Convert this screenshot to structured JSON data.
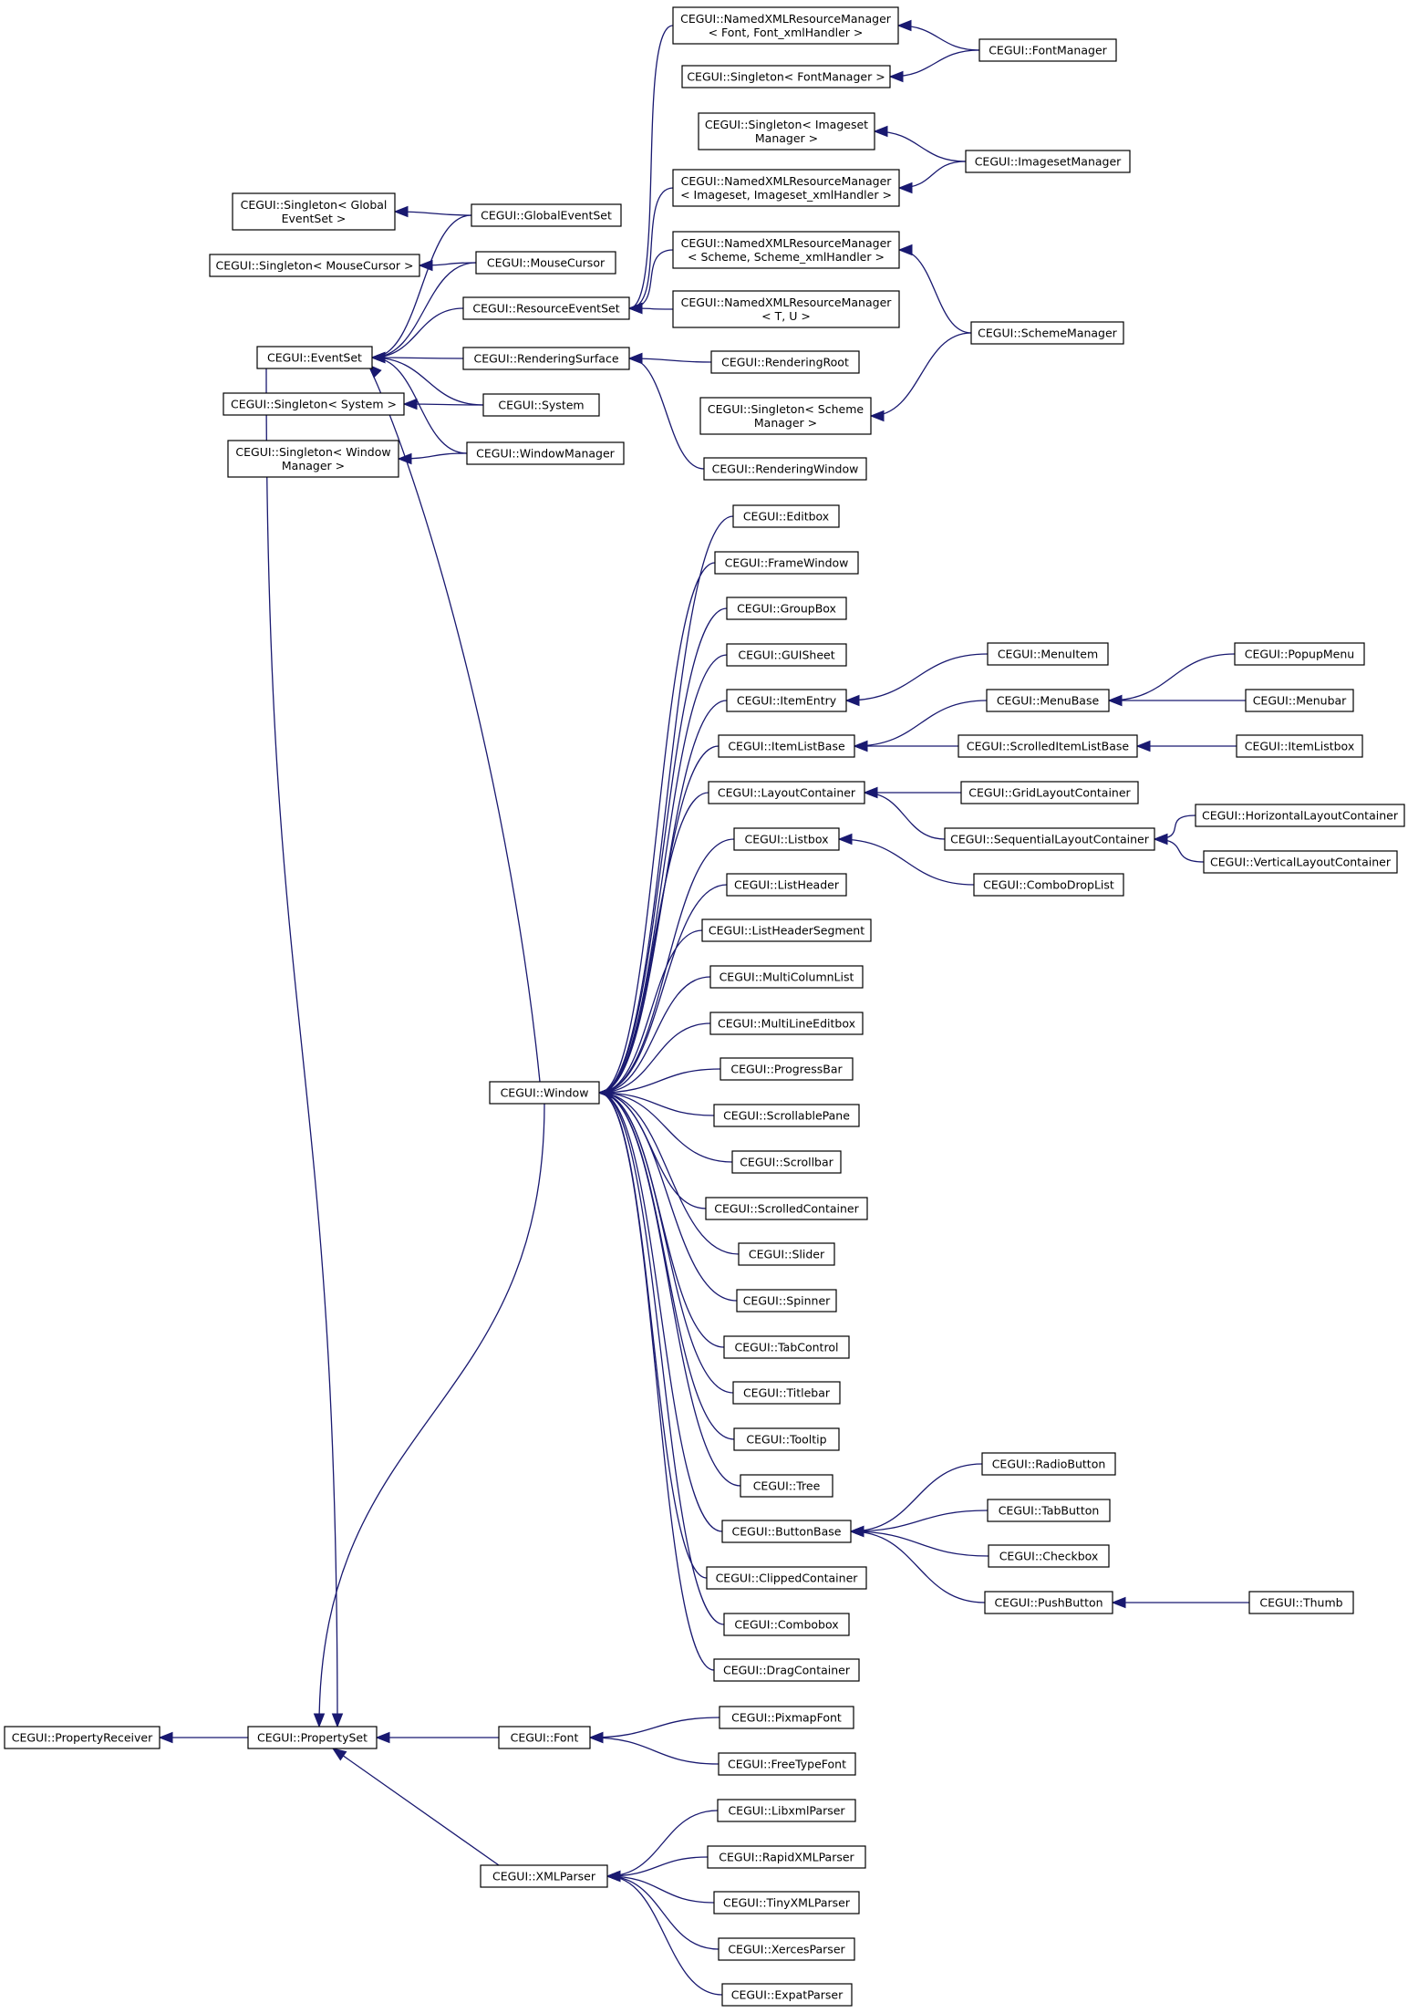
{
  "diagram": {
    "edge_color": "#191970",
    "nodes": [
      {
        "id": "propertyreceiver",
        "label": [
          "CEGUI::PropertyReceiver"
        ]
      },
      {
        "id": "propertyset",
        "label": [
          "CEGUI::PropertySet"
        ]
      },
      {
        "id": "eventset",
        "label": [
          "CEGUI::EventSet"
        ]
      },
      {
        "id": "window",
        "label": [
          "CEGUI::Window"
        ]
      },
      {
        "id": "font",
        "label": [
          "CEGUI::Font"
        ]
      },
      {
        "id": "xmlparser",
        "label": [
          "CEGUI::XMLParser"
        ]
      },
      {
        "id": "singleton_globaleventset",
        "label": [
          "CEGUI::Singleton< Global",
          "EventSet >"
        ]
      },
      {
        "id": "singleton_mousecursor",
        "label": [
          "CEGUI::Singleton< MouseCursor >"
        ]
      },
      {
        "id": "singleton_system",
        "label": [
          "CEGUI::Singleton< System >"
        ]
      },
      {
        "id": "singleton_windowmanager",
        "label": [
          "CEGUI::Singleton< Window",
          "Manager >"
        ]
      },
      {
        "id": "globaleventset",
        "label": [
          "CEGUI::GlobalEventSet"
        ]
      },
      {
        "id": "mousecursor",
        "label": [
          "CEGUI::MouseCursor"
        ]
      },
      {
        "id": "resourceeventset",
        "label": [
          "CEGUI::ResourceEventSet"
        ]
      },
      {
        "id": "renderingsurface",
        "label": [
          "CEGUI::RenderingSurface"
        ]
      },
      {
        "id": "system",
        "label": [
          "CEGUI::System"
        ]
      },
      {
        "id": "windowmanager",
        "label": [
          "CEGUI::WindowManager"
        ]
      },
      {
        "id": "nxrm_font",
        "label": [
          "CEGUI::NamedXMLResourceManager",
          "< Font, Font_xmlHandler >"
        ]
      },
      {
        "id": "singleton_fontmanager",
        "label": [
          "CEGUI::Singleton< FontManager >"
        ]
      },
      {
        "id": "singleton_imagesetmanager",
        "label": [
          "CEGUI::Singleton< Imageset",
          "Manager >"
        ]
      },
      {
        "id": "nxrm_imageset",
        "label": [
          "CEGUI::NamedXMLResourceManager",
          "< Imageset, Imageset_xmlHandler >"
        ]
      },
      {
        "id": "nxrm_scheme",
        "label": [
          "CEGUI::NamedXMLResourceManager",
          "< Scheme, Scheme_xmlHandler >"
        ]
      },
      {
        "id": "nxrm_tu",
        "label": [
          "CEGUI::NamedXMLResourceManager",
          "< T, U >"
        ]
      },
      {
        "id": "renderingroot",
        "label": [
          "CEGUI::RenderingRoot"
        ]
      },
      {
        "id": "singleton_schememanager",
        "label": [
          "CEGUI::Singleton< Scheme",
          "Manager >"
        ]
      },
      {
        "id": "renderingwindow",
        "label": [
          "CEGUI::RenderingWindow"
        ]
      },
      {
        "id": "fontmanager",
        "label": [
          "CEGUI::FontManager"
        ]
      },
      {
        "id": "imagesetmanager",
        "label": [
          "CEGUI::ImagesetManager"
        ]
      },
      {
        "id": "schememanager",
        "label": [
          "CEGUI::SchemeManager"
        ]
      },
      {
        "id": "editbox",
        "label": [
          "CEGUI::Editbox"
        ]
      },
      {
        "id": "framewindow",
        "label": [
          "CEGUI::FrameWindow"
        ]
      },
      {
        "id": "groupbox",
        "label": [
          "CEGUI::GroupBox"
        ]
      },
      {
        "id": "guisheet",
        "label": [
          "CEGUI::GUISheet"
        ]
      },
      {
        "id": "itementry",
        "label": [
          "CEGUI::ItemEntry"
        ]
      },
      {
        "id": "itemlistbase",
        "label": [
          "CEGUI::ItemListBase"
        ]
      },
      {
        "id": "layoutcontainer",
        "label": [
          "CEGUI::LayoutContainer"
        ]
      },
      {
        "id": "listbox",
        "label": [
          "CEGUI::Listbox"
        ]
      },
      {
        "id": "listheader",
        "label": [
          "CEGUI::ListHeader"
        ]
      },
      {
        "id": "listheadersegment",
        "label": [
          "CEGUI::ListHeaderSegment"
        ]
      },
      {
        "id": "multicolumnlist",
        "label": [
          "CEGUI::MultiColumnList"
        ]
      },
      {
        "id": "multilineeditbox",
        "label": [
          "CEGUI::MultiLineEditbox"
        ]
      },
      {
        "id": "progressbar",
        "label": [
          "CEGUI::ProgressBar"
        ]
      },
      {
        "id": "scrollablepane",
        "label": [
          "CEGUI::ScrollablePane"
        ]
      },
      {
        "id": "scrollbar",
        "label": [
          "CEGUI::Scrollbar"
        ]
      },
      {
        "id": "scrolledcontainer",
        "label": [
          "CEGUI::ScrolledContainer"
        ]
      },
      {
        "id": "slider",
        "label": [
          "CEGUI::Slider"
        ]
      },
      {
        "id": "spinner",
        "label": [
          "CEGUI::Spinner"
        ]
      },
      {
        "id": "tabcontrol",
        "label": [
          "CEGUI::TabControl"
        ]
      },
      {
        "id": "titlebar",
        "label": [
          "CEGUI::Titlebar"
        ]
      },
      {
        "id": "tooltip",
        "label": [
          "CEGUI::Tooltip"
        ]
      },
      {
        "id": "tree",
        "label": [
          "CEGUI::Tree"
        ]
      },
      {
        "id": "buttonbase",
        "label": [
          "CEGUI::ButtonBase"
        ]
      },
      {
        "id": "clippedcontainer",
        "label": [
          "CEGUI::ClippedContainer"
        ]
      },
      {
        "id": "combobox",
        "label": [
          "CEGUI::Combobox"
        ]
      },
      {
        "id": "dragcontainer",
        "label": [
          "CEGUI::DragContainer"
        ]
      },
      {
        "id": "menuitem",
        "label": [
          "CEGUI::MenuItem"
        ]
      },
      {
        "id": "menubase",
        "label": [
          "CEGUI::MenuBase"
        ]
      },
      {
        "id": "scrolleditemlistbase",
        "label": [
          "CEGUI::ScrolledItemListBase"
        ]
      },
      {
        "id": "gridlayoutcontainer",
        "label": [
          "CEGUI::GridLayoutContainer"
        ]
      },
      {
        "id": "sequentiallayoutcontainer",
        "label": [
          "CEGUI::SequentialLayoutContainer"
        ]
      },
      {
        "id": "combodroplist",
        "label": [
          "CEGUI::ComboDropList"
        ]
      },
      {
        "id": "popupmenu",
        "label": [
          "CEGUI::PopupMenu"
        ]
      },
      {
        "id": "menubar",
        "label": [
          "CEGUI::Menubar"
        ]
      },
      {
        "id": "itemlistbox",
        "label": [
          "CEGUI::ItemListbox"
        ]
      },
      {
        "id": "horizontallayoutcontainer",
        "label": [
          "CEGUI::HorizontalLayoutContainer"
        ]
      },
      {
        "id": "verticallayoutcontainer",
        "label": [
          "CEGUI::VerticalLayoutContainer"
        ]
      },
      {
        "id": "radiobutton",
        "label": [
          "CEGUI::RadioButton"
        ]
      },
      {
        "id": "tabbutton",
        "label": [
          "CEGUI::TabButton"
        ]
      },
      {
        "id": "checkbox",
        "label": [
          "CEGUI::Checkbox"
        ]
      },
      {
        "id": "pushbutton",
        "label": [
          "CEGUI::PushButton"
        ]
      },
      {
        "id": "thumb",
        "label": [
          "CEGUI::Thumb"
        ]
      },
      {
        "id": "pixmapfont",
        "label": [
          "CEGUI::PixmapFont"
        ]
      },
      {
        "id": "freetypefont",
        "label": [
          "CEGUI::FreeTypeFont"
        ]
      },
      {
        "id": "libxmlparser",
        "label": [
          "CEGUI::LibxmlParser"
        ]
      },
      {
        "id": "rapidxmlparser",
        "label": [
          "CEGUI::RapidXMLParser"
        ]
      },
      {
        "id": "tinyxmlparser",
        "label": [
          "CEGUI::TinyXMLParser"
        ]
      },
      {
        "id": "xercesparser",
        "label": [
          "CEGUI::XercesParser"
        ]
      },
      {
        "id": "expatparser",
        "label": [
          "CEGUI::ExpatParser"
        ]
      }
    ],
    "edges": [
      {
        "from": "propertyset",
        "to": "propertyreceiver"
      },
      {
        "from": "eventset",
        "to": "propertyset"
      },
      {
        "from": "font",
        "to": "propertyset"
      },
      {
        "from": "xmlparser",
        "to": "propertyset"
      },
      {
        "from": "globaleventset",
        "to": "singleton_globaleventset"
      },
      {
        "from": "globaleventset",
        "to": "eventset"
      },
      {
        "from": "mousecursor",
        "to": "singleton_mousecursor"
      },
      {
        "from": "mousecursor",
        "to": "eventset"
      },
      {
        "from": "resourceeventset",
        "to": "eventset"
      },
      {
        "from": "renderingsurface",
        "to": "eventset"
      },
      {
        "from": "system",
        "to": "singleton_system"
      },
      {
        "from": "system",
        "to": "eventset"
      },
      {
        "from": "windowmanager",
        "to": "singleton_windowmanager"
      },
      {
        "from": "windowmanager",
        "to": "eventset"
      },
      {
        "from": "window",
        "to": "eventset"
      },
      {
        "from": "window",
        "to": "propertyset"
      },
      {
        "from": "nxrm_font",
        "to": "resourceeventset"
      },
      {
        "from": "nxrm_imageset",
        "to": "resourceeventset"
      },
      {
        "from": "nxrm_scheme",
        "to": "resourceeventset"
      },
      {
        "from": "nxrm_tu",
        "to": "resourceeventset"
      },
      {
        "from": "fontmanager",
        "to": "nxrm_font"
      },
      {
        "from": "fontmanager",
        "to": "singleton_fontmanager"
      },
      {
        "from": "imagesetmanager",
        "to": "singleton_imagesetmanager"
      },
      {
        "from": "imagesetmanager",
        "to": "nxrm_imageset"
      },
      {
        "from": "schememanager",
        "to": "nxrm_scheme"
      },
      {
        "from": "schememanager",
        "to": "singleton_schememanager"
      },
      {
        "from": "renderingroot",
        "to": "renderingsurface"
      },
      {
        "from": "renderingwindow",
        "to": "renderingsurface"
      },
      {
        "from": "editbox",
        "to": "window"
      },
      {
        "from": "framewindow",
        "to": "window"
      },
      {
        "from": "groupbox",
        "to": "window"
      },
      {
        "from": "guisheet",
        "to": "window"
      },
      {
        "from": "itementry",
        "to": "window"
      },
      {
        "from": "itemlistbase",
        "to": "window"
      },
      {
        "from": "layoutcontainer",
        "to": "window"
      },
      {
        "from": "listbox",
        "to": "window"
      },
      {
        "from": "listheader",
        "to": "window"
      },
      {
        "from": "listheadersegment",
        "to": "window"
      },
      {
        "from": "multicolumnlist",
        "to": "window"
      },
      {
        "from": "multilineeditbox",
        "to": "window"
      },
      {
        "from": "progressbar",
        "to": "window"
      },
      {
        "from": "scrollablepane",
        "to": "window"
      },
      {
        "from": "scrollbar",
        "to": "window"
      },
      {
        "from": "scrolledcontainer",
        "to": "window"
      },
      {
        "from": "slider",
        "to": "window"
      },
      {
        "from": "spinner",
        "to": "window"
      },
      {
        "from": "tabcontrol",
        "to": "window"
      },
      {
        "from": "titlebar",
        "to": "window"
      },
      {
        "from": "tooltip",
        "to": "window"
      },
      {
        "from": "tree",
        "to": "window"
      },
      {
        "from": "buttonbase",
        "to": "window"
      },
      {
        "from": "clippedcontainer",
        "to": "window"
      },
      {
        "from": "combobox",
        "to": "window"
      },
      {
        "from": "dragcontainer",
        "to": "window"
      },
      {
        "from": "menuitem",
        "to": "itementry"
      },
      {
        "from": "menubase",
        "to": "itemlistbase"
      },
      {
        "from": "scrolleditemlistbase",
        "to": "itemlistbase"
      },
      {
        "from": "gridlayoutcontainer",
        "to": "layoutcontainer"
      },
      {
        "from": "sequentiallayoutcontainer",
        "to": "layoutcontainer"
      },
      {
        "from": "combodroplist",
        "to": "listbox"
      },
      {
        "from": "popupmenu",
        "to": "menubase"
      },
      {
        "from": "menubar",
        "to": "menubase"
      },
      {
        "from": "itemlistbox",
        "to": "scrolleditemlistbase"
      },
      {
        "from": "horizontallayoutcontainer",
        "to": "sequentiallayoutcontainer"
      },
      {
        "from": "verticallayoutcontainer",
        "to": "sequentiallayoutcontainer"
      },
      {
        "from": "radiobutton",
        "to": "buttonbase"
      },
      {
        "from": "tabbutton",
        "to": "buttonbase"
      },
      {
        "from": "checkbox",
        "to": "buttonbase"
      },
      {
        "from": "pushbutton",
        "to": "buttonbase"
      },
      {
        "from": "thumb",
        "to": "pushbutton"
      },
      {
        "from": "pixmapfont",
        "to": "font"
      },
      {
        "from": "freetypefont",
        "to": "font"
      },
      {
        "from": "libxmlparser",
        "to": "xmlparser"
      },
      {
        "from": "rapidxmlparser",
        "to": "xmlparser"
      },
      {
        "from": "tinyxmlparser",
        "to": "xmlparser"
      },
      {
        "from": "xercesparser",
        "to": "xmlparser"
      },
      {
        "from": "expatparser",
        "to": "xmlparser"
      }
    ]
  }
}
